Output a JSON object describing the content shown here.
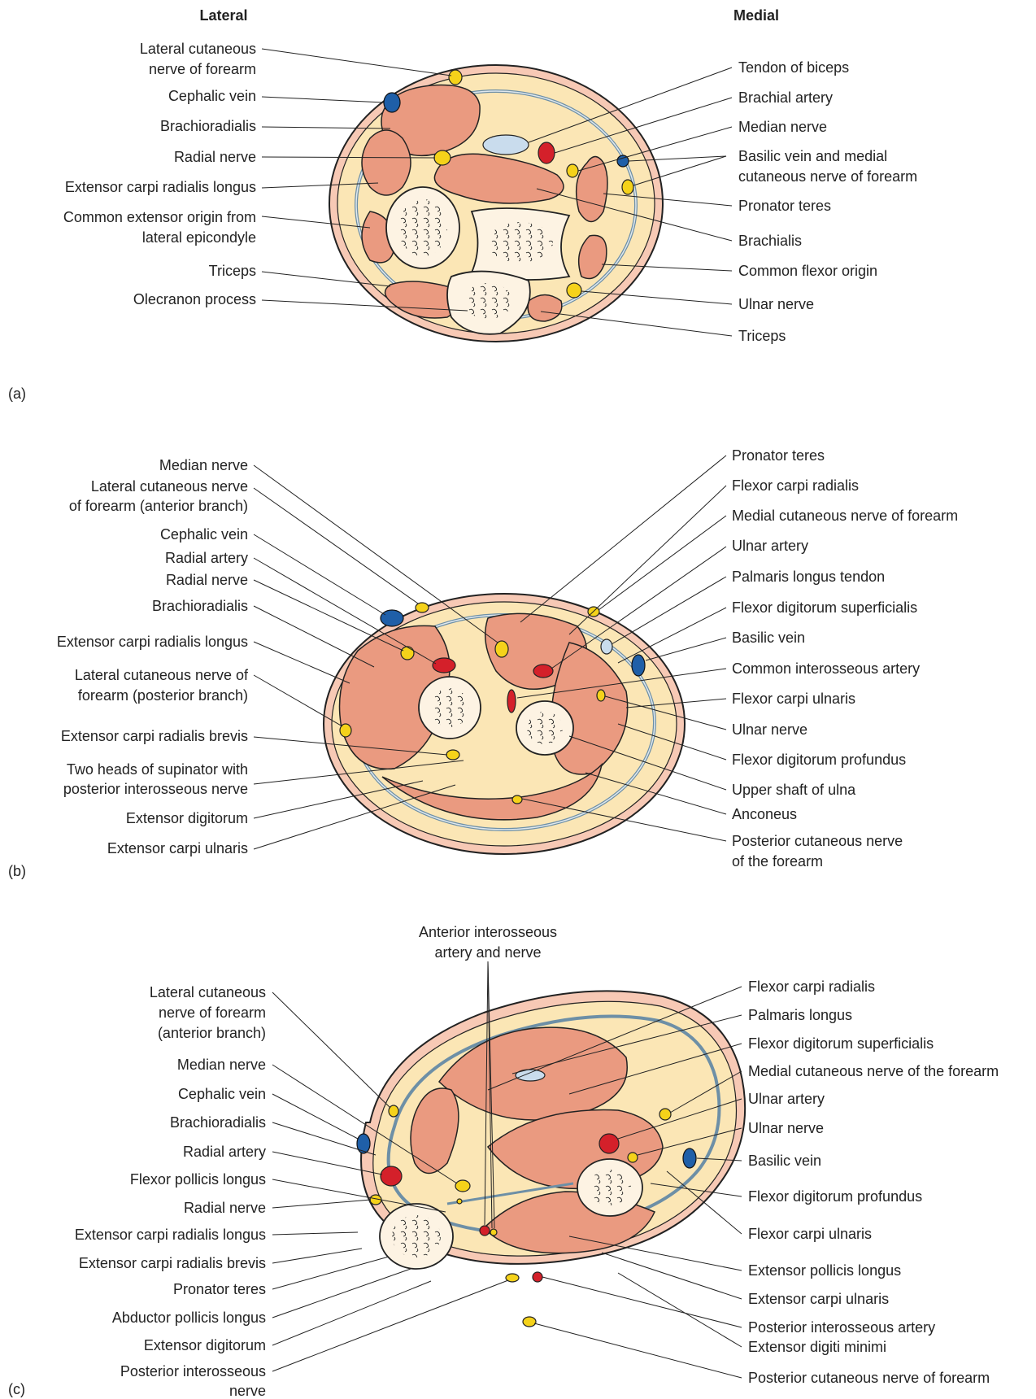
{
  "panels": [
    {
      "id": "a",
      "panel_label": "(a)",
      "side_headers": {
        "left": "Lateral",
        "right": "Medial"
      },
      "left_labels": [
        {
          "lines": [
            "Lateral cutaneous",
            "nerve of forearm"
          ]
        },
        {
          "lines": [
            "Cephalic vein"
          ]
        },
        {
          "lines": [
            "Brachioradialis"
          ]
        },
        {
          "lines": [
            "Radial nerve"
          ]
        },
        {
          "lines": [
            "Extensor carpi radialis longus"
          ]
        },
        {
          "lines": [
            "Common extensor origin from",
            "lateral epicondyle"
          ]
        },
        {
          "lines": [
            "Triceps"
          ]
        },
        {
          "lines": [
            "Olecranon process"
          ]
        }
      ],
      "right_labels": [
        {
          "lines": [
            "Tendon of biceps"
          ]
        },
        {
          "lines": [
            "Brachial artery"
          ]
        },
        {
          "lines": [
            "Median nerve"
          ]
        },
        {
          "lines": [
            "Basilic vein and medial",
            "cutaneous nerve of forearm"
          ]
        },
        {
          "lines": [
            "Pronator teres"
          ]
        },
        {
          "lines": [
            "Brachialis"
          ]
        },
        {
          "lines": [
            "Common flexor origin"
          ]
        },
        {
          "lines": [
            "Ulnar nerve"
          ]
        },
        {
          "lines": [
            "Triceps"
          ]
        }
      ]
    },
    {
      "id": "b",
      "panel_label": "(b)",
      "left_labels": [
        {
          "lines": [
            "Median nerve"
          ]
        },
        {
          "lines": [
            "Lateral cutaneous nerve",
            "of forearm (anterior branch)"
          ]
        },
        {
          "lines": [
            "Cephalic vein"
          ]
        },
        {
          "lines": [
            "Radial artery"
          ]
        },
        {
          "lines": [
            "Radial nerve"
          ]
        },
        {
          "lines": [
            "Brachioradialis"
          ]
        },
        {
          "lines": [
            "Extensor carpi radialis longus"
          ]
        },
        {
          "lines": [
            "Lateral cutaneous nerve of",
            "forearm (posterior branch)"
          ]
        },
        {
          "lines": [
            "Extensor carpi radialis brevis"
          ]
        },
        {
          "lines": [
            "Two heads of supinator with",
            "posterior interosseous nerve"
          ]
        },
        {
          "lines": [
            "Extensor digitorum"
          ]
        },
        {
          "lines": [
            "Extensor carpi ulnaris"
          ]
        }
      ],
      "right_labels": [
        {
          "lines": [
            "Pronator teres"
          ]
        },
        {
          "lines": [
            "Flexor carpi radialis"
          ]
        },
        {
          "lines": [
            "Medial cutaneous nerve of forearm"
          ]
        },
        {
          "lines": [
            "Ulnar artery"
          ]
        },
        {
          "lines": [
            "Palmaris longus tendon"
          ]
        },
        {
          "lines": [
            "Flexor digitorum superficialis"
          ]
        },
        {
          "lines": [
            "Basilic vein"
          ]
        },
        {
          "lines": [
            "Common interosseous artery"
          ]
        },
        {
          "lines": [
            "Flexor carpi ulnaris"
          ]
        },
        {
          "lines": [
            "Ulnar nerve"
          ]
        },
        {
          "lines": [
            "Flexor digitorum profundus"
          ]
        },
        {
          "lines": [
            "Upper shaft of ulna"
          ]
        },
        {
          "lines": [
            "Anconeus"
          ]
        },
        {
          "lines": [
            "Posterior cutaneous nerve",
            "of the forearm"
          ]
        }
      ]
    },
    {
      "id": "c",
      "panel_label": "(c)",
      "top_label": {
        "lines": [
          "Anterior interosseous",
          "artery and nerve"
        ]
      },
      "left_labels": [
        {
          "lines": [
            "Lateral cutaneous",
            "nerve of forearm",
            "(anterior branch)"
          ]
        },
        {
          "lines": [
            "Median nerve"
          ]
        },
        {
          "lines": [
            "Cephalic vein"
          ]
        },
        {
          "lines": [
            "Brachioradialis"
          ]
        },
        {
          "lines": [
            "Radial artery"
          ]
        },
        {
          "lines": [
            "Flexor pollicis longus"
          ]
        },
        {
          "lines": [
            "Radial nerve"
          ]
        },
        {
          "lines": [
            "Extensor carpi radialis longus"
          ]
        },
        {
          "lines": [
            "Extensor carpi radialis brevis"
          ]
        },
        {
          "lines": [
            "Pronator teres"
          ]
        },
        {
          "lines": [
            "Abductor pollicis longus"
          ]
        },
        {
          "lines": [
            "Extensor digitorum"
          ]
        },
        {
          "lines": [
            "Posterior interosseous",
            "nerve"
          ]
        }
      ],
      "right_labels": [
        {
          "lines": [
            "Flexor carpi radialis"
          ]
        },
        {
          "lines": [
            "Palmaris longus"
          ]
        },
        {
          "lines": [
            "Flexor digitorum superficialis"
          ]
        },
        {
          "lines": [
            "Medial cutaneous nerve of the forearm"
          ]
        },
        {
          "lines": [
            "Ulnar artery"
          ]
        },
        {
          "lines": [
            "Ulnar nerve"
          ]
        },
        {
          "lines": [
            "Basilic vein"
          ]
        },
        {
          "lines": [
            "Flexor digitorum profundus"
          ]
        },
        {
          "lines": [
            "Flexor carpi ulnaris"
          ]
        },
        {
          "lines": [
            "Extensor pollicis longus"
          ]
        },
        {
          "lines": [
            "Extensor carpi ulnaris"
          ]
        },
        {
          "lines": [
            "Posterior interosseous artery"
          ]
        },
        {
          "lines": [
            "Extensor digiti minimi"
          ]
        },
        {
          "lines": [
            "Posterior cutaneous nerve of forearm"
          ]
        }
      ]
    }
  ],
  "colors": {
    "skin": "#f7c9b5",
    "subcutaneous_fat": "#fbe6b5",
    "deep_fascia": "#6d8fa6",
    "muscle": "#ea9a80",
    "bone": "#fdf3e3",
    "nerve": "#f5d21a",
    "vein": "#1f5fa8",
    "artery": "#d4202a",
    "tendon": "#c9dced"
  }
}
